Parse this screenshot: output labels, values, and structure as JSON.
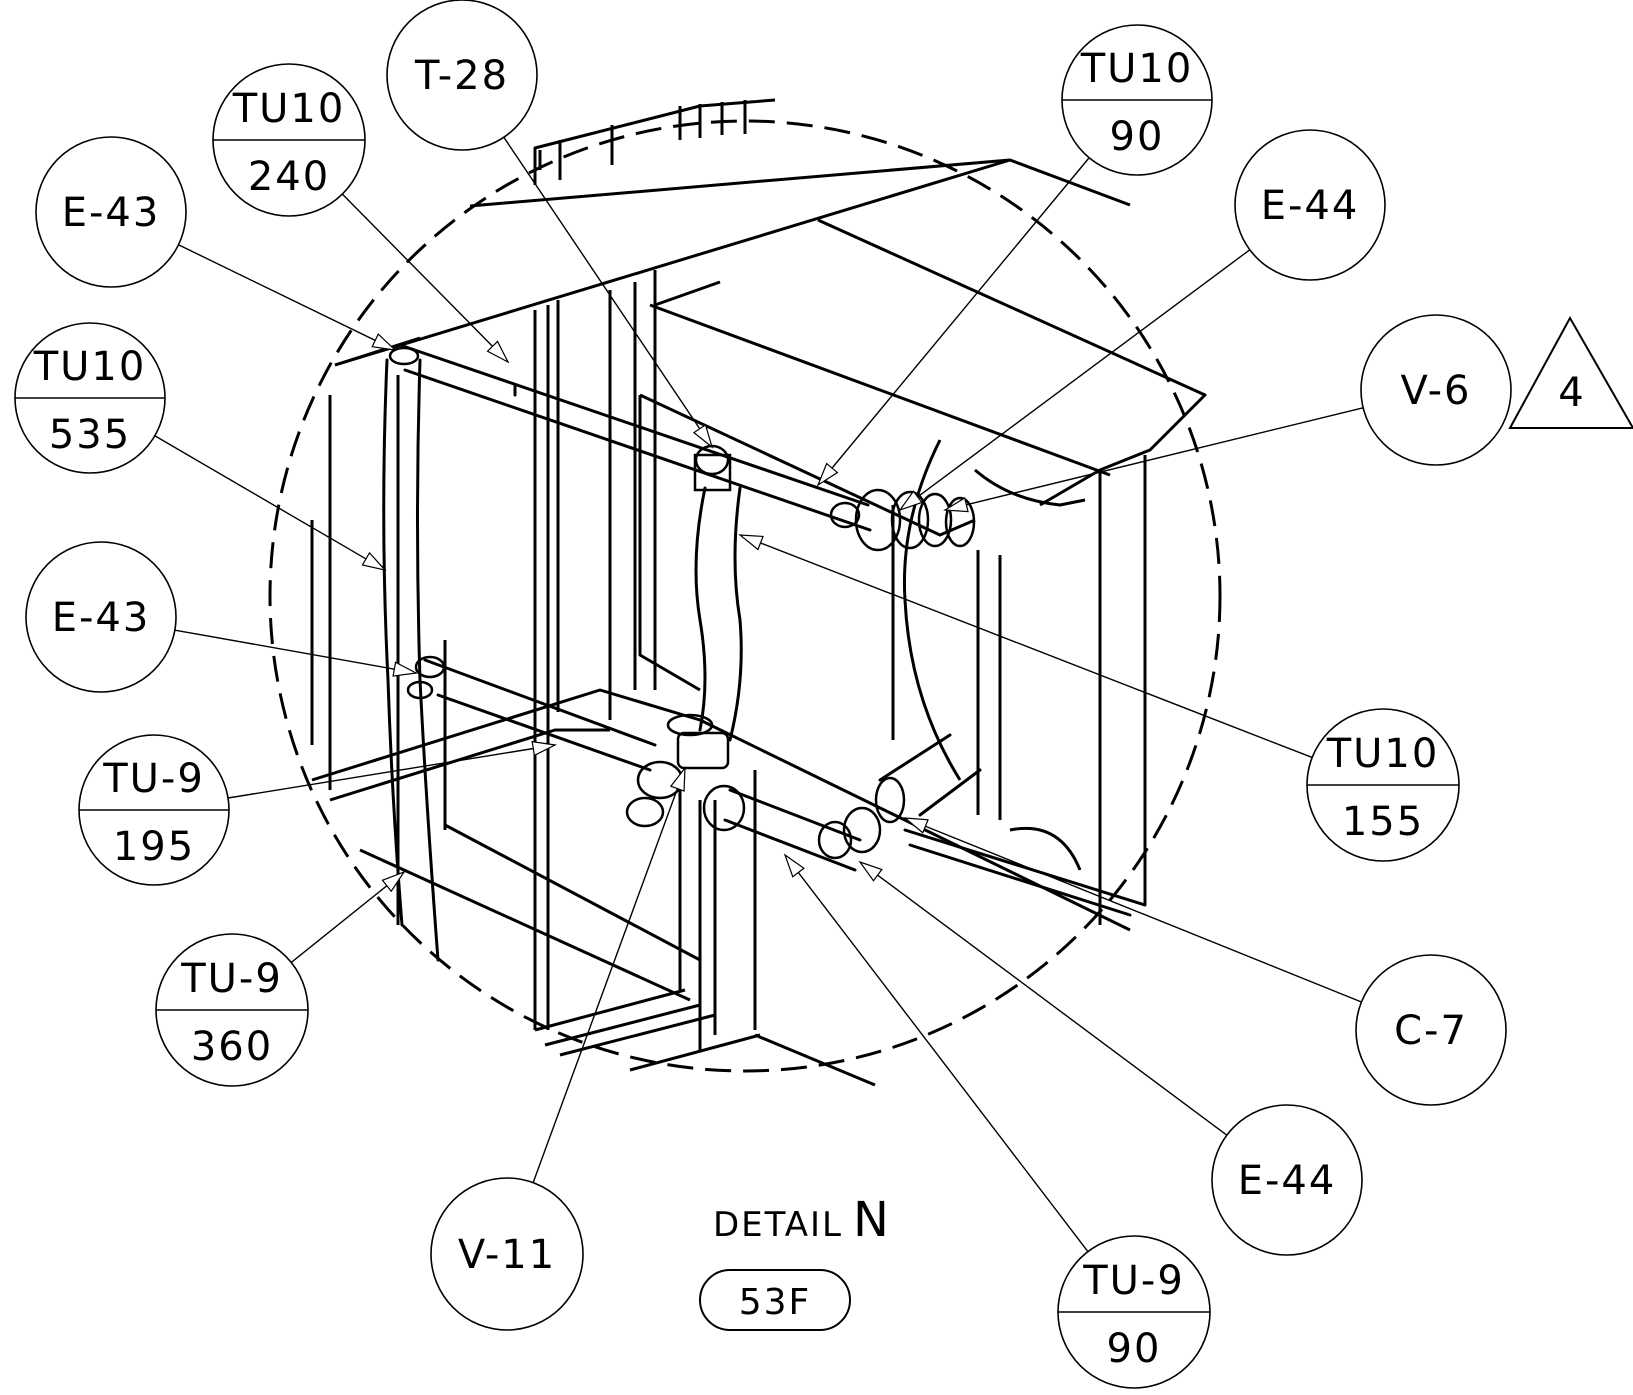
{
  "detail": {
    "title_prefix": "DETAIL",
    "title_letter": "N",
    "sheet_ref": "53F"
  },
  "revision_mark": "4",
  "callouts": [
    {
      "id": "t28",
      "top": "T-28",
      "bottom": ""
    },
    {
      "id": "tu10-240",
      "top": "TU10",
      "bottom": "240"
    },
    {
      "id": "e43-upper",
      "top": "E-43",
      "bottom": ""
    },
    {
      "id": "tu10-535",
      "top": "TU10",
      "bottom": "535"
    },
    {
      "id": "e43-lower",
      "top": "E-43",
      "bottom": ""
    },
    {
      "id": "tu9-195",
      "top": "TU-9",
      "bottom": "195"
    },
    {
      "id": "tu9-360",
      "top": "TU-9",
      "bottom": "360"
    },
    {
      "id": "v11",
      "top": "V-11",
      "bottom": ""
    },
    {
      "id": "tu10-90",
      "top": "TU10",
      "bottom": "90"
    },
    {
      "id": "e44-upper",
      "top": "E-44",
      "bottom": ""
    },
    {
      "id": "v6",
      "top": "V-6",
      "bottom": ""
    },
    {
      "id": "tu10-155",
      "top": "TU10",
      "bottom": "155"
    },
    {
      "id": "c7",
      "top": "C-7",
      "bottom": ""
    },
    {
      "id": "e44-lower",
      "top": "E-44",
      "bottom": ""
    },
    {
      "id": "tu9-90",
      "top": "TU-9",
      "bottom": "90"
    }
  ]
}
